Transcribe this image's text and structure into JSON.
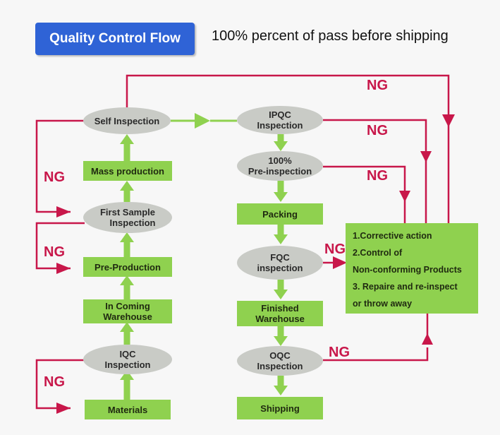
{
  "header": {
    "title": "Quality Control Flow",
    "subtitle": "100% percent of pass  before shipping"
  },
  "left_column": {
    "self_inspection": "Self Inspection",
    "mass_production": "Mass production",
    "first_sample_line1": "First Sample",
    "first_sample_line2": "Inspection",
    "pre_production": "Pre-Production",
    "in_coming_line1": "In Coming",
    "in_coming_line2": "Warehouse",
    "iqc_line1": "IQC",
    "iqc_line2": "Inspection",
    "materials": "Materials"
  },
  "middle_column": {
    "ipqc_line1": "IPQC",
    "ipqc_line2": "Inspection",
    "pre100_line1": "100%",
    "pre100_line2": "Pre-inspection",
    "packing": "Packing",
    "fqc_line1": "FQC",
    "fqc_line2": "inspection",
    "finished_line1": "Finished",
    "finished_line2": "Warehouse",
    "oqc_line1": "OQC",
    "oqc_line2": "Inspection",
    "shipping": "Shipping"
  },
  "action_box": {
    "line1": "1.Corrective  action",
    "line2": "2.Control of",
    "line3": "Non-conforming Products",
    "line4": "3. Repaire and re-inspect",
    "line5": "or  throw away"
  },
  "ng_labels": {
    "ng_top": "NG",
    "ng_ipqc": "NG",
    "ng_pre": "NG",
    "ng_first_sample": "NG",
    "ng_pre_production": "NG",
    "ng_fqc": "NG",
    "ng_oqc": "NG",
    "ng_materials": "NG"
  },
  "colors": {
    "process_green": "#8fd14f",
    "inspection_grey": "#c9cbc6",
    "ng_red": "#c8174a",
    "title_blue": "#2f63d6"
  }
}
